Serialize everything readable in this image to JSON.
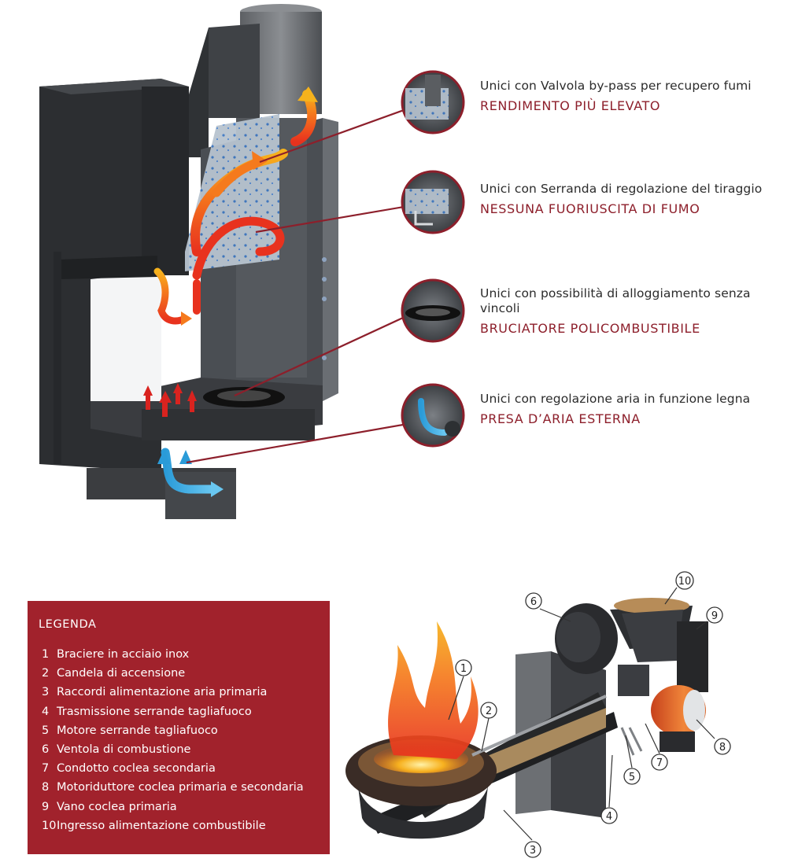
{
  "features": [
    {
      "description": "Unici con Valvola by-pass per recupero fumi",
      "title": "RENDIMENTO PIÙ ELEVATO"
    },
    {
      "description": "Unici con Serranda di regolazione del tiraggio",
      "title": "NESSUNA FUORIUSCITA DI FUMO"
    },
    {
      "description": "Unici con possibilità di alloggiamento senza vincoli",
      "title": "BRUCIATORE POLICOMBUSTIBILE"
    },
    {
      "description": "Unici con regolazione aria in funzione legna",
      "title": "PRESA D’ARIA ESTERNA"
    }
  ],
  "legend": {
    "title": "LEGENDA",
    "items": [
      {
        "num": "1",
        "label": "Braciere in acciaio inox"
      },
      {
        "num": "2",
        "label": "Candela di accensione"
      },
      {
        "num": "3",
        "label": "Raccordi alimentazione aria primaria"
      },
      {
        "num": "4",
        "label": "Trasmissione serrande tagliafuoco"
      },
      {
        "num": "5",
        "label": "Motore serrande tagliafuoco"
      },
      {
        "num": "6",
        "label": "Ventola di combustione"
      },
      {
        "num": "7",
        "label": "Condotto coclea secondaria"
      },
      {
        "num": "8",
        "label": "Motoriduttore coclea primaria e secondaria"
      },
      {
        "num": "9",
        "label": "Vano coclea primaria"
      },
      {
        "num": "10",
        "label": "Ingresso alimentazione combustibile"
      }
    ]
  },
  "callout_numbers": [
    "1",
    "2",
    "3",
    "4",
    "5",
    "6",
    "7",
    "8",
    "9",
    "10"
  ],
  "colors": {
    "accent": "#8d1f2b",
    "legend_bg": "#a1222c",
    "leader": "#8d1f2b",
    "stove_body": "#3a3d40"
  }
}
